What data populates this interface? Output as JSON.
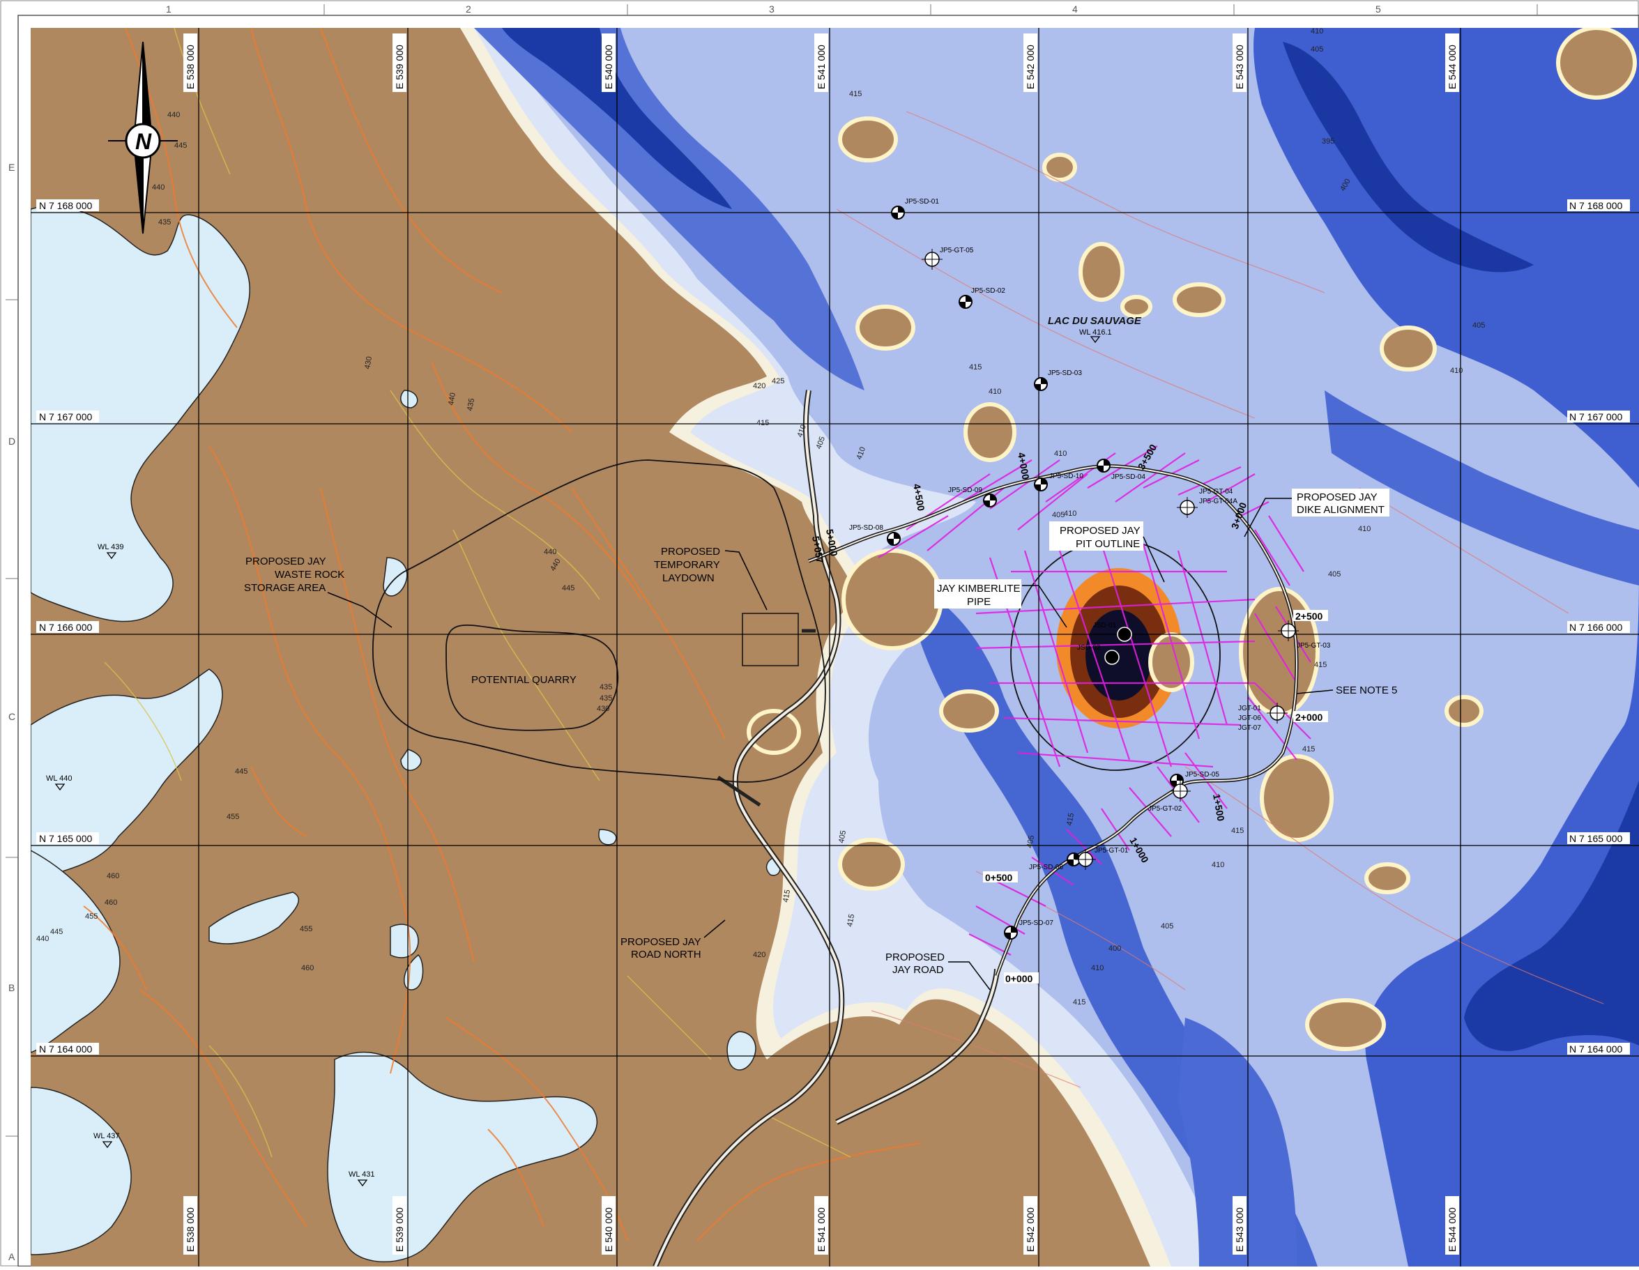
{
  "frame": {
    "columns": [
      "1",
      "2",
      "3",
      "4",
      "5"
    ],
    "rows": [
      "E",
      "D",
      "C",
      "B",
      "A"
    ]
  },
  "grid": {
    "easting_top": [
      "E 538 000",
      "E 539 000",
      "E 540 000",
      "E 541 000",
      "E 542 000",
      "E 543 000",
      "E 544 000"
    ],
    "easting_bottom": [
      "E 538 000",
      "E 539 000",
      "E 540 000",
      "E 541 000",
      "E 542 000",
      "E 543 000",
      "E 544 000"
    ],
    "northing_left": [
      "N 7 168 000",
      "N 7 167 000",
      "N 7 166 000",
      "N 7 165 000",
      "N 7 164 000"
    ],
    "northing_right": [
      "N 7 168 000",
      "N 7 167 000",
      "N 7 166 000",
      "N 7 165 000",
      "N 7 164 000"
    ]
  },
  "north_arrow": {
    "letter": "N"
  },
  "lake": {
    "name": "LAC DU SAUVAGE",
    "water_level": "WL 416.1"
  },
  "water_levels": [
    "WL 439",
    "WL 440",
    "WL 437",
    "WL 431"
  ],
  "callouts": {
    "waste_rock": [
      "PROPOSED JAY",
      "WASTE ROCK",
      "STORAGE AREA"
    ],
    "laydown": [
      "PROPOSED",
      "TEMPORARY",
      "LAYDOWN"
    ],
    "quarry": "POTENTIAL QUARRY",
    "pit_outline": [
      "PROPOSED JAY",
      "PIT OUTLINE"
    ],
    "kimberlite": [
      "JAY KIMBERLITE",
      "PIPE"
    ],
    "dike": [
      "PROPOSED JAY",
      "DIKE ALIGNMENT"
    ],
    "note": "SEE NOTE 5",
    "road_north": [
      "PROPOSED JAY",
      "ROAD NORTH"
    ],
    "jay_road": [
      "PROPOSED",
      "JAY ROAD"
    ]
  },
  "chainages": [
    "0+000",
    "0+500",
    "1+000",
    "1+500",
    "2+000",
    "2+500",
    "3+000",
    "3+500",
    "4+000",
    "4+500",
    "5+000",
    "5+057"
  ],
  "drill_holes": {
    "sd": [
      "JP5-SD-01",
      "JP5-SD-02",
      "JP5-SD-03",
      "JP5-SD-04",
      "JP5-SD-05",
      "JP5-SD-06",
      "JP5-SD-07",
      "JP5-SD-08",
      "JP5-SD-09",
      "JP5-SD-10"
    ],
    "gt": [
      "JP5-GT-01",
      "JP5-GT-02",
      "JP5-GT-03",
      "JP5-GT-04",
      "JP5-GT-04A",
      "JP5-GT-05"
    ],
    "jgt": [
      "JGT-01",
      "JGT-06",
      "JGT-07"
    ],
    "jsd": [
      "JSD-01",
      "JSD-02"
    ]
  },
  "contours": {
    "land": [
      "440",
      "445",
      "440",
      "435",
      "430",
      "440",
      "435",
      "440",
      "445",
      "435",
      "440",
      "435",
      "430",
      "445",
      "455",
      "460",
      "460",
      "455",
      "445",
      "440",
      "455",
      "460",
      "420",
      "425",
      "415"
    ],
    "lake": [
      "415",
      "410",
      "405",
      "410",
      "415",
      "420",
      "410",
      "405",
      "415",
      "410",
      "405",
      "410",
      "395",
      "405",
      "410",
      "400",
      "415",
      "415",
      "405",
      "410",
      "415",
      "410",
      "405",
      "415",
      "410",
      "400",
      "405",
      "415",
      "410",
      "415",
      "405"
    ]
  },
  "colors": {
    "land": "#b08860",
    "land_contour": "#f07a2c",
    "land_contour_minor": "#d8c24a",
    "lake_light": "#dbe9f8",
    "lake_mid": "#9fb6ea",
    "lake_deep": "#4d6fd8",
    "lake_deepest": "#1d3aa8",
    "water": "#d9eef9",
    "shoal": "#f2f4fb",
    "sand_shore": "#fbeec6",
    "magenta": "#e020e0",
    "grid": "#000000"
  }
}
